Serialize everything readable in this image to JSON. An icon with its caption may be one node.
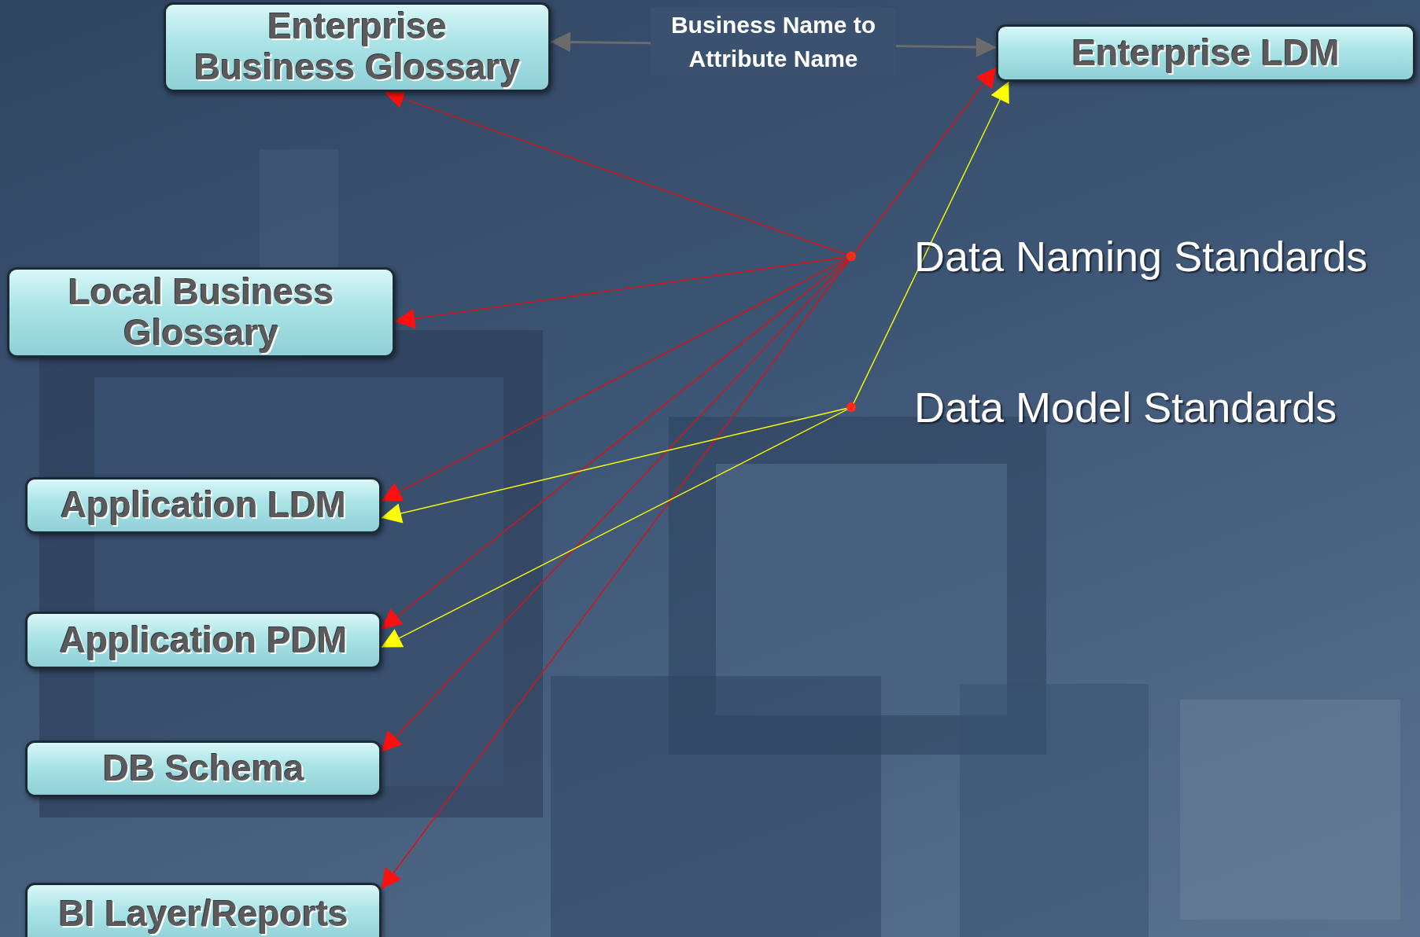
{
  "diagram": {
    "nodes": [
      {
        "text": [
          "Enterprise Business Glossary"
        ]
      },
      {
        "text": [
          "Enterprise LDM"
        ]
      },
      {
        "text": [
          "Local Business Glossary"
        ]
      },
      {
        "text": [
          "Application LDM"
        ]
      },
      {
        "text": [
          "Application PDM"
        ]
      },
      {
        "text": [
          "DB Schema"
        ]
      },
      {
        "text": [
          "BI Layer/Reports"
        ]
      },
      {
        "text": [
          "Data Naming Standards"
        ]
      },
      {
        "text": [
          "Data Model Standards"
        ]
      }
    ],
    "edges": [
      {
        "from": 0,
        "to": 1,
        "arrow": "both",
        "label": "Business Name to Attribute Name",
        "color": "#6b6b6b"
      },
      {
        "from": 7,
        "to": 0,
        "arrow": "to"
      },
      {
        "from": 7,
        "to": 1,
        "arrow": "to"
      },
      {
        "from": 7,
        "to": 2,
        "arrow": "to"
      },
      {
        "from": 7,
        "to": 3,
        "arrow": "to"
      },
      {
        "from": 7,
        "to": 4,
        "arrow": "to"
      },
      {
        "from": 7,
        "to": 5,
        "arrow": "to"
      },
      {
        "from": 7,
        "to": 6,
        "arrow": "to"
      },
      {
        "from": 8,
        "to": 1,
        "arrow": "to",
        "color": "#ffff00"
      },
      {
        "from": 8,
        "to": 3,
        "arrow": "to",
        "color": "#ffff00"
      },
      {
        "from": 8,
        "to": 4,
        "arrow": "to",
        "color": "#ffff00"
      }
    ]
  }
}
